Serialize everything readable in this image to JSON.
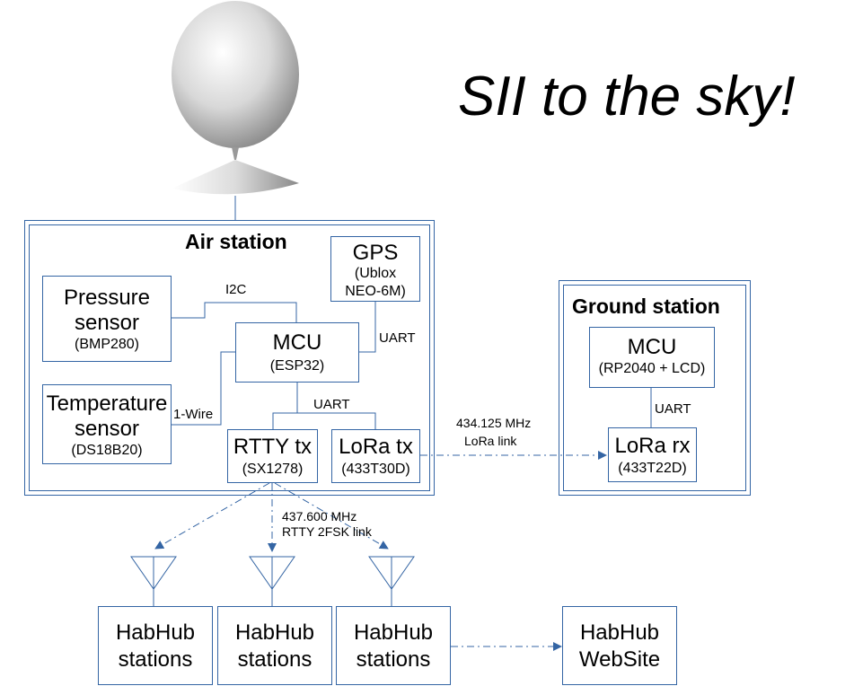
{
  "headline": "SII to the sky!",
  "air_station": {
    "title": "Air station",
    "pressure": {
      "name1": "Pressure",
      "name2": "sensor",
      "part": "(BMP280)"
    },
    "temperature": {
      "name1": "Temperature",
      "name2": "sensor",
      "part": "(DS18B20)"
    },
    "gps": {
      "name": "GPS",
      "part1": "(Ublox",
      "part2": "NEO-6M)"
    },
    "mcu": {
      "name": "MCU",
      "part": "(ESP32)"
    },
    "rtty": {
      "name": "RTTY tx",
      "part": "(SX1278)"
    },
    "lora": {
      "name": "LoRa tx",
      "part": "(433T30D)"
    },
    "i2c_label": "I2C",
    "onewire_label": "1-Wire",
    "uart_gps_label": "UART",
    "uart_tx_label": "UART"
  },
  "ground_station": {
    "title": "Ground station",
    "mcu": {
      "name": "MCU",
      "part": "(RP2040 + LCD)"
    },
    "uart_label": "UART",
    "lora_rx": {
      "name": "LoRa rx",
      "part": "(433T22D)"
    }
  },
  "links": {
    "lora_freq": "434.125 MHz",
    "lora_name": "LoRa link",
    "rtty_freq": "437.600 MHz",
    "rtty_name": "RTTY 2FSK link"
  },
  "habhub": {
    "stations": [
      {
        "line1": "HabHub",
        "line2": "stations"
      },
      {
        "line1": "HabHub",
        "line2": "stations"
      },
      {
        "line1": "HabHub",
        "line2": "stations"
      }
    ],
    "website": {
      "line1": "HabHub",
      "line2": "WebSite"
    }
  },
  "colors": {
    "border": "#3465a4",
    "arrow": "#3465a4",
    "text": "#000000"
  },
  "icons": [
    "balloon-icon",
    "antenna-icon"
  ]
}
